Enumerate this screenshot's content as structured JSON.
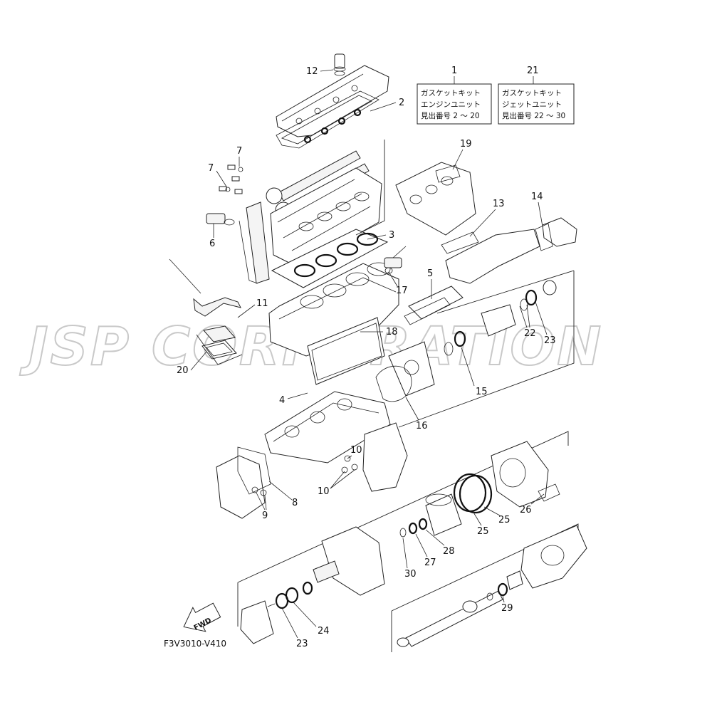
{
  "watermark": "JSP CORPORATION",
  "figure_code": "F3V3010-V410",
  "fwd_label": "FWD",
  "kits": [
    {
      "callout": "1",
      "lines": [
        "ガスケットキット",
        "エンジンユニット",
        "見出番号 2 ～ 20"
      ]
    },
    {
      "callout": "21",
      "lines": [
        "ガスケットキット",
        "ジェットユニット",
        "見出番号 22 ～ 30"
      ]
    }
  ],
  "callouts": {
    "c2": "2",
    "c3": "3",
    "c4": "4",
    "c5": "5",
    "c6": "6",
    "c7a": "7",
    "c7b": "7",
    "c8": "8",
    "c9": "9",
    "c10a": "10",
    "c10b": "10",
    "c11": "11",
    "c12": "12",
    "c13": "13",
    "c14": "14",
    "c15": "15",
    "c16": "16",
    "c17": "17",
    "c18": "18",
    "c19": "19",
    "c20": "20",
    "c22": "22",
    "c23a": "23",
    "c23b": "23",
    "c24": "24",
    "c25a": "25",
    "c25b": "25",
    "c26": "26",
    "c27": "27",
    "c28": "28",
    "c29": "29",
    "c30": "30"
  }
}
